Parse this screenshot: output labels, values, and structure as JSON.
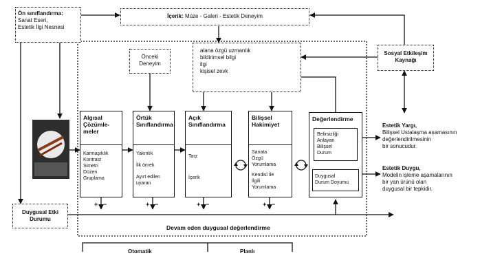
{
  "top": {
    "prefix": "İçerik:",
    "text": " Müze - Galeri - Estetik Deneyim"
  },
  "pre_classification": {
    "title": "Ön sınıflandırma:",
    "lines": [
      "Sanat Eseri,",
      "Estetik İlgi Nesnesi"
    ]
  },
  "previous_experience": [
    "Önceki",
    "Deneyim"
  ],
  "knowledge": [
    "alana özgü uzmanlık",
    "bildirimsel bilgi",
    "ilgi",
    "kişisel zevk"
  ],
  "social": [
    "Sosyal Etkileşim",
    "Kaynağı"
  ],
  "stages": [
    {
      "title": [
        "Algısal",
        "Çözümle-",
        "meler"
      ],
      "items": [
        "Karmaşıklık",
        "Kontrast",
        "Simetri",
        "Düzen",
        "Gruplama"
      ]
    },
    {
      "title": [
        "Örtük",
        "Sınıflandırma"
      ],
      "items": [
        "Yakınlık",
        "İlk örnek",
        "Ayırt edilen",
        "uyaran"
      ]
    },
    {
      "title": [
        "Açık",
        "Sınıflandırma"
      ],
      "items": [
        "Tarz",
        "İçerik"
      ]
    },
    {
      "title": [
        "Bilişsel",
        "Hakimiyet"
      ],
      "items": [
        "Sanata",
        "Özgü",
        "Yorumlama",
        "Kendisi İle",
        "İlgili",
        "Yorumlama"
      ]
    }
  ],
  "evaluation": {
    "title": "Değerlendirme",
    "ambiguity": [
      "Belirsizliği",
      "Anlayan",
      "Bilişsel",
      "Durum"
    ],
    "emotional_state": [
      "Duygusal",
      "Durum Doyumu"
    ]
  },
  "aesthetic_judgement": {
    "title": "Estetik Yargı,",
    "lines": [
      "Bilişsel Ustalaşma aşamasının",
      "değerlendirilmesinin",
      "bir sonucudur."
    ]
  },
  "aesthetic_emotion": {
    "title": "Estetik Duygu,",
    "lines": [
      "Modelin işleme aşamalarının",
      "bir yan ürünü olan",
      "duygusal bir tepkidir."
    ]
  },
  "affect_state": [
    "Duygusal Etki",
    "Durumu"
  ],
  "ongoing": "Devam eden duygusal değerlendirme",
  "signs": {
    "plus": "+",
    "minus": "−"
  },
  "bottom": {
    "automatic": "Otomatik",
    "planned": "Planlı"
  }
}
